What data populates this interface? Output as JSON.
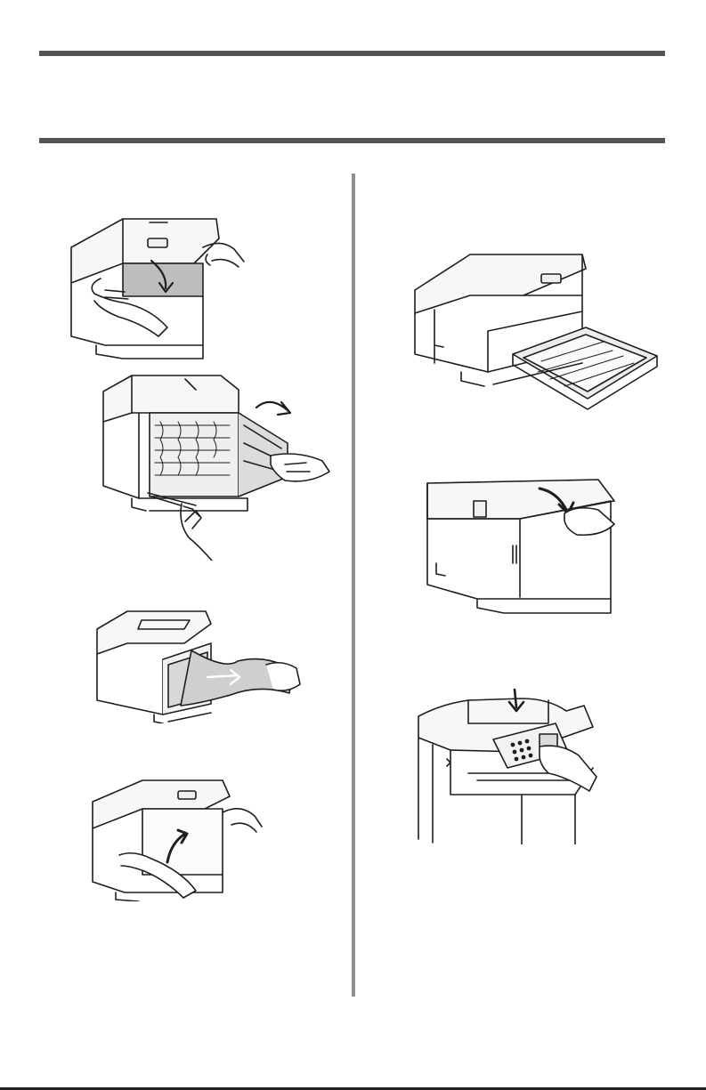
{
  "page": {
    "title": "",
    "colors": {
      "rule": "#545454",
      "divider": "#8f8f8f",
      "line_art": "#1e1e1e",
      "paper_fill": "#cfcfcf"
    }
  },
  "illustrations": [
    {
      "id": "open-front-cover",
      "icon": "hands-pull-cover-down"
    },
    {
      "id": "lift-jam-release",
      "icon": "hands-open-front-panel"
    },
    {
      "id": "remove-jammed-paper",
      "icon": "hand-pull-paper-out"
    },
    {
      "id": "close-front-cover",
      "icon": "hands-push-cover-up"
    },
    {
      "id": "pull-out-paper-tray",
      "icon": "tray-pulled-out"
    },
    {
      "id": "close-top-cover",
      "icon": "hand-press-top-cover"
    },
    {
      "id": "press-panel-button",
      "icon": "hand-on-control-panel"
    }
  ]
}
